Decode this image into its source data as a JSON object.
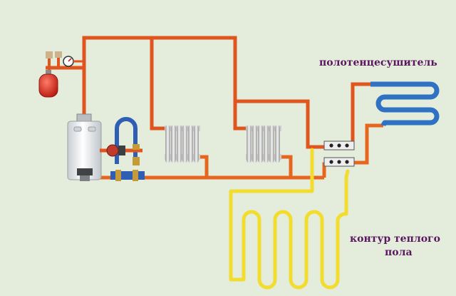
{
  "labels": {
    "towel_dryer": "полотенцесушитель",
    "floor_loop_line1": "контур теплого",
    "floor_loop_line2": "пола"
  },
  "colors": {
    "background": "#e4eddc",
    "hot_pipe": "#e0541e",
    "return_pipe": "#e7661f",
    "floor_pipe": "#f2dc2e",
    "towel_coil": "#2f72c4",
    "bypass_pipe": "#2f5fb5",
    "radiator": "#c8c8c8",
    "boiler": "#e9ecef",
    "expansion_tank": "#d42b1f",
    "pump": "#c0392b",
    "label_text": "#5a1760"
  },
  "icons": {
    "boiler": "gas-boiler",
    "pump": "circulation-pump",
    "tank": "expansion-tank",
    "gauge": "pressure-gauge",
    "manifold": "distribution-manifold"
  }
}
